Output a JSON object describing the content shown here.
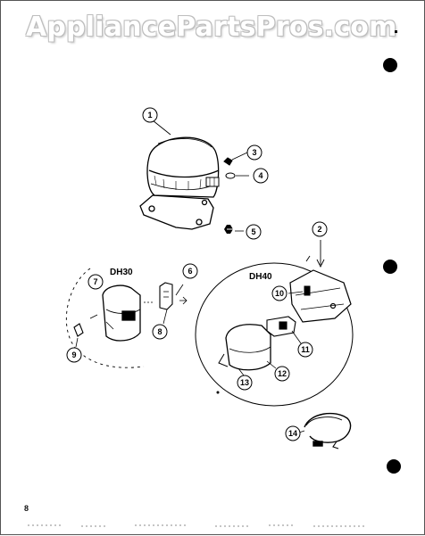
{
  "watermark": "AppliancePartsPros.com",
  "page_number": "8",
  "colors": {
    "ink": "#000000",
    "paper": "#ffffff",
    "watermark_outline": "#bdbdbd"
  },
  "groups": [
    {
      "id": "dh30",
      "label": "DH30"
    },
    {
      "id": "dh40",
      "label": "DH40"
    }
  ],
  "callouts": [
    "1",
    "2",
    "3",
    "4",
    "5",
    "6",
    "7",
    "8",
    "9",
    "10",
    "11",
    "12",
    "13",
    "14"
  ]
}
